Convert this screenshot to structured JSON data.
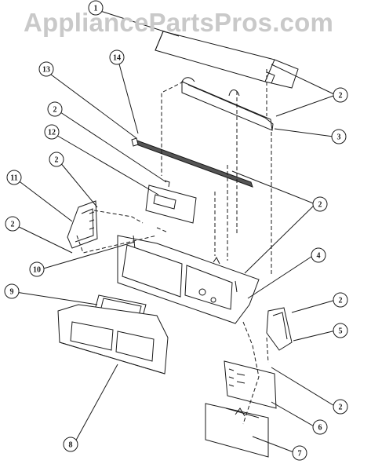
{
  "watermark": "AppliancePartsPros.com",
  "callouts": [
    {
      "id": "c1",
      "label": "1"
    },
    {
      "id": "c14",
      "label": "14"
    },
    {
      "id": "c13",
      "label": "13"
    },
    {
      "id": "c2a",
      "label": "2"
    },
    {
      "id": "c12",
      "label": "12"
    },
    {
      "id": "c2b",
      "label": "2"
    },
    {
      "id": "c11",
      "label": "11"
    },
    {
      "id": "c2c",
      "label": "2"
    },
    {
      "id": "c10",
      "label": "10"
    },
    {
      "id": "c9",
      "label": "9"
    },
    {
      "id": "c8",
      "label": "8"
    },
    {
      "id": "c2d",
      "label": "2"
    },
    {
      "id": "c3",
      "label": "3"
    },
    {
      "id": "c2e",
      "label": "2"
    },
    {
      "id": "c4",
      "label": "4"
    },
    {
      "id": "c2f",
      "label": "2"
    },
    {
      "id": "c5",
      "label": "5"
    },
    {
      "id": "c2g",
      "label": "2"
    },
    {
      "id": "c6",
      "label": "6"
    },
    {
      "id": "c7",
      "label": "7"
    }
  ],
  "colors": {
    "line": "#1a1a1a",
    "watermark": "#c9c9c9",
    "background": "#ffffff"
  }
}
